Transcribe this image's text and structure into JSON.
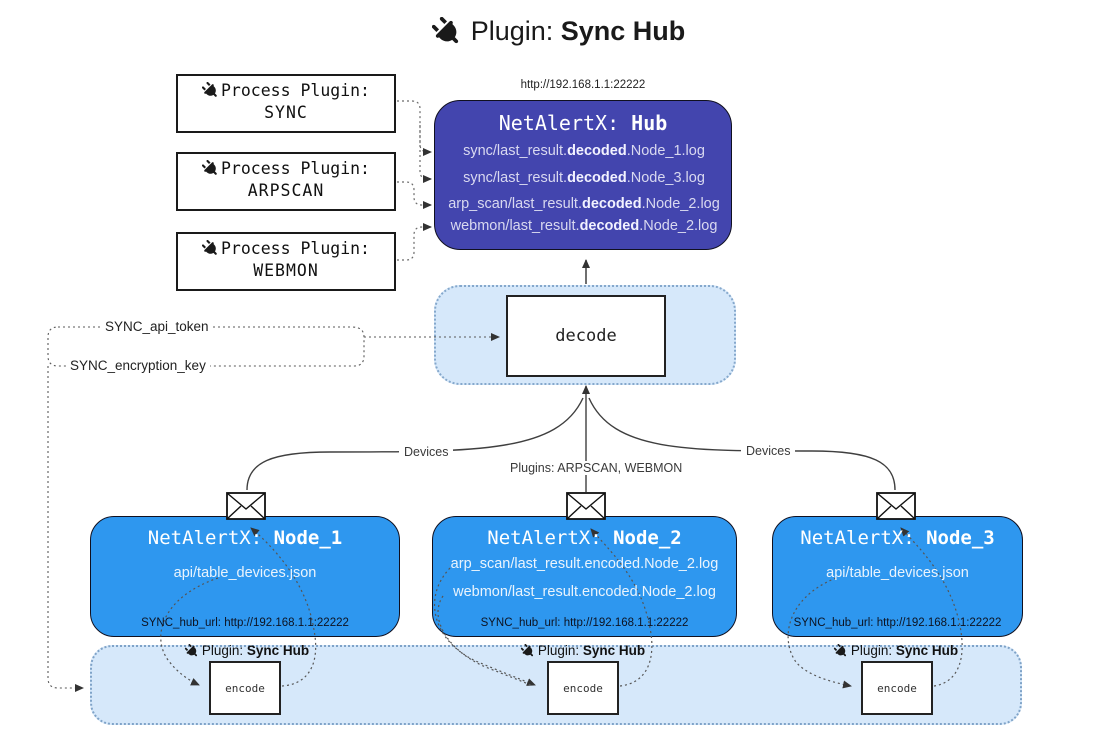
{
  "title": {
    "icon": "plug-icon",
    "prefix": "Plugin:",
    "name": "Sync Hub"
  },
  "colors": {
    "hub_fill": "#4345ae",
    "node_fill": "#2e97ef",
    "panel_fill": "#d6e8fa",
    "box_border": "#1a1a1a",
    "hub_text": "#d9d9f0",
    "wire": "#3f3f3f"
  },
  "process_plugins": [
    {
      "label": "Process Plugin:",
      "name": "SYNC"
    },
    {
      "label": "Process Plugin:",
      "name": "ARPSCAN"
    },
    {
      "label": "Process Plugin:",
      "name": "WEBMON"
    }
  ],
  "hub": {
    "url": "http://192.168.1.1:22222",
    "title_prefix": "NetAlertX:",
    "title_name": "Hub",
    "logs": [
      {
        "pre": "sync/last_result.",
        "bold": "decoded",
        "post": ".Node_1.log"
      },
      {
        "pre": "sync/last_result.",
        "bold": "decoded",
        "post": ".Node_3.log"
      },
      {
        "pre": "arp_scan/last_result.",
        "bold": "decoded",
        "post": ".Node_2.log"
      },
      {
        "pre": "webmon/last_result.",
        "bold": "decoded",
        "post": ".Node_2.log"
      }
    ]
  },
  "decode": {
    "label": "decode"
  },
  "secrets": {
    "api_token": "SYNC_api_token",
    "encryption_key": "SYNC_encryption_key"
  },
  "edges": {
    "devices_left": "Devices",
    "plugins_center": "Plugins: ARPSCAN, WEBMON",
    "devices_right": "Devices"
  },
  "nodes": [
    {
      "title_prefix": "NetAlertX:",
      "title_name": "Node_1",
      "files": [
        "api/table_devices.json"
      ],
      "hub_url": "SYNC_hub_url: http://192.168.1.1:22222"
    },
    {
      "title_prefix": "NetAlertX:",
      "title_name": "Node_2",
      "files": [
        "arp_scan/last_result.encoded.Node_2.log",
        "webmon/last_result.encoded.Node_2.log"
      ],
      "hub_url": "SYNC_hub_url: http://192.168.1.1:22222"
    },
    {
      "title_prefix": "NetAlertX:",
      "title_name": "Node_3",
      "files": [
        "api/table_devices.json"
      ],
      "hub_url": "SYNC_hub_url: http://192.168.1.1:22222"
    }
  ],
  "encoders": [
    {
      "plugin_prefix": "Plugin:",
      "plugin_name": "Sync Hub",
      "box_label": "encode"
    },
    {
      "plugin_prefix": "Plugin:",
      "plugin_name": "Sync Hub",
      "box_label": "encode"
    },
    {
      "plugin_prefix": "Plugin:",
      "plugin_name": "Sync Hub",
      "box_label": "encode"
    }
  ]
}
